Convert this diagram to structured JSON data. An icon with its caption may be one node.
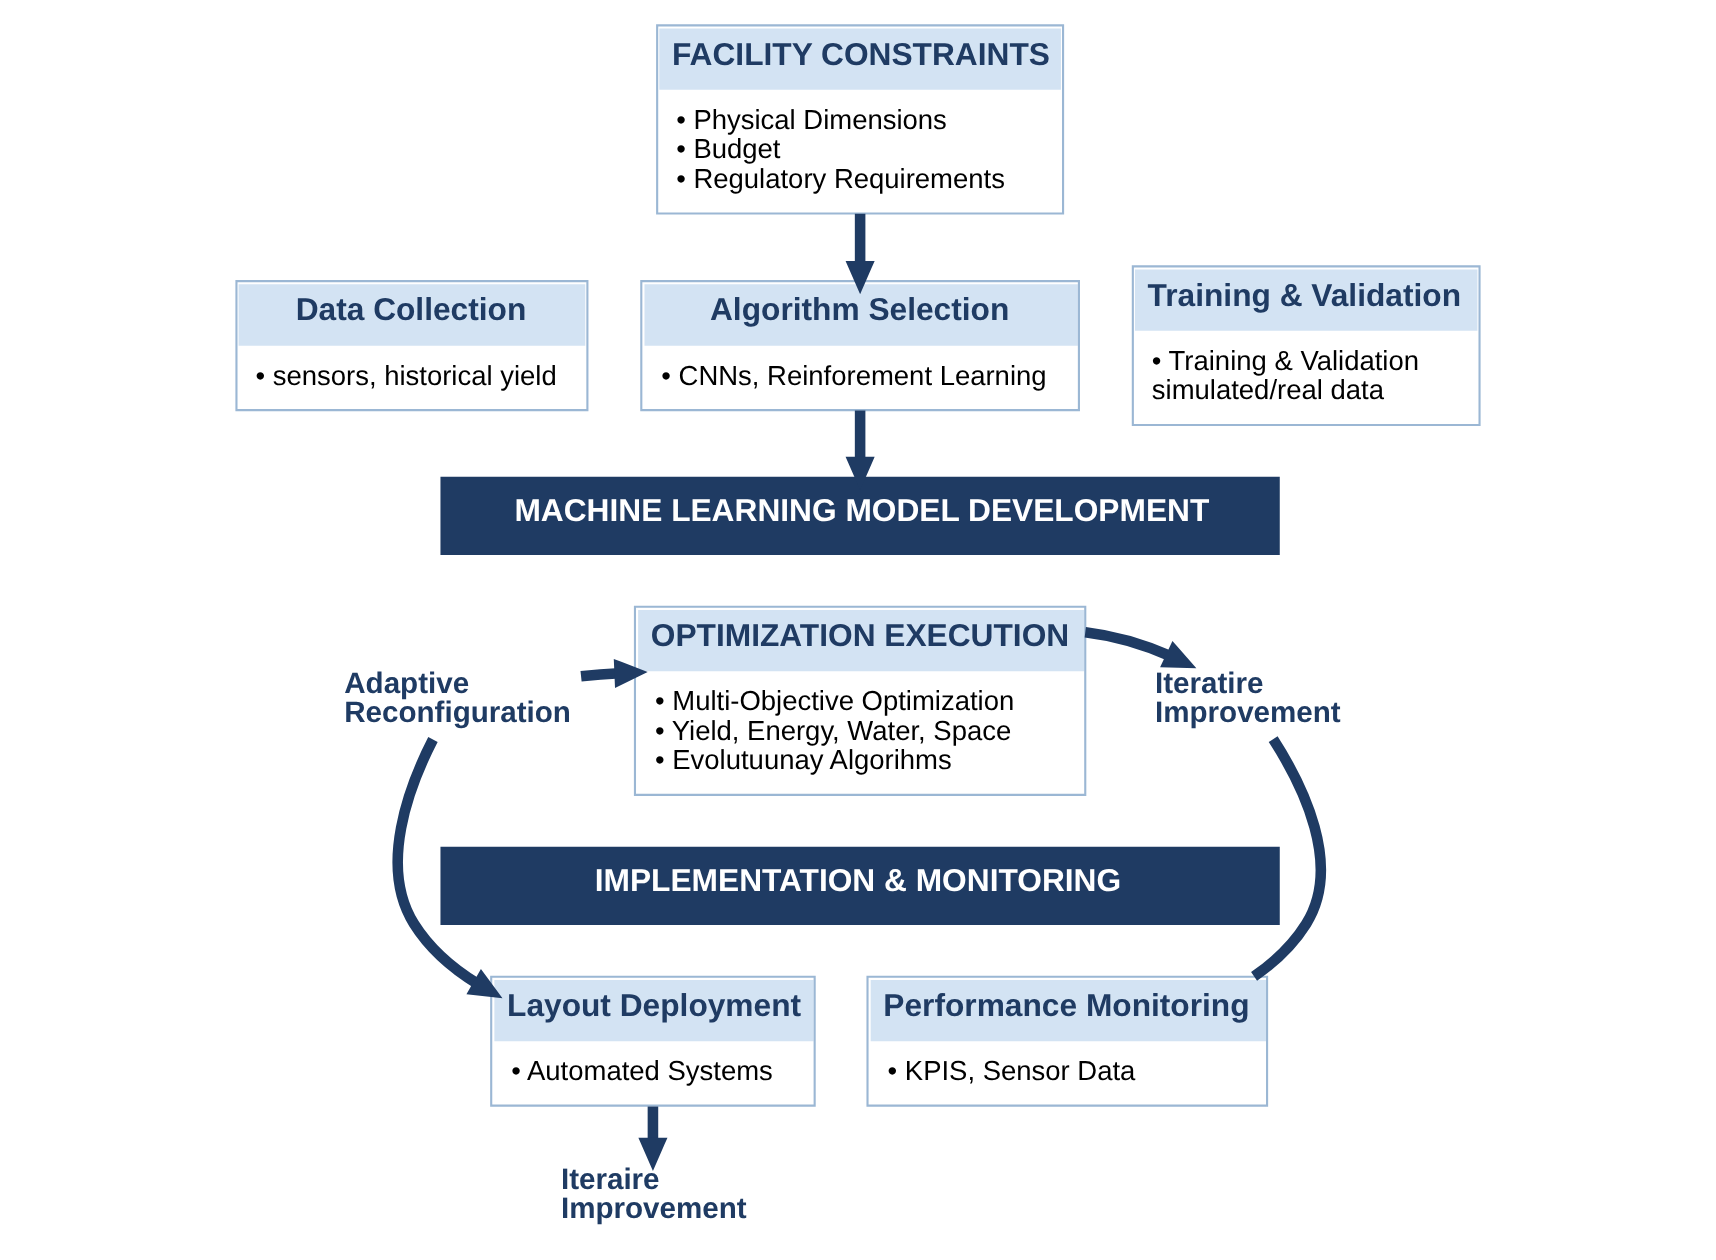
{
  "diagram": {
    "nodes": [
      {
        "text": [
          "FACILITY CONSTRAINTS",
          "• Physical Dimensions",
          "• Budget",
          "• Regulatory Requirements"
        ]
      },
      {
        "text": [
          "Data Collection",
          "• sensors, historical yield"
        ]
      },
      {
        "text": [
          "Algorithm Selection",
          "• CNNs, Reinforement Learning"
        ]
      },
      {
        "text": [
          "Training & Validation",
          "• Training & Validation simulated/real data"
        ]
      },
      {
        "text": [
          "MACHINE LEARNING MODEL DEVELOPMENT"
        ]
      },
      {
        "text": [
          "OPTIMIZATION EXECUTION",
          "• Multi-Objective Optimization",
          "• Yield, Energy, Water, Space",
          "• Evolutuunay Algorihms"
        ]
      },
      {
        "text": [
          "Adaptive Reconfiguration"
        ]
      },
      {
        "text": [
          "Iteratire Improvement"
        ]
      },
      {
        "text": [
          "IMPLEMENTATION & MONITORING"
        ]
      },
      {
        "text": [
          "Layout Deployment",
          "• Automated Systems"
        ]
      },
      {
        "text": [
          "Performance Monitoring",
          "• KPIS, Sensor Data"
        ]
      },
      {
        "text": [
          "Iteraire Improvement"
        ]
      }
    ],
    "edges": [
      {
        "from": 0,
        "to": 2,
        "arrow": "to"
      },
      {
        "from": 2,
        "to": 4,
        "arrow": "to"
      },
      {
        "from": 6,
        "to": 5,
        "arrow": "to"
      },
      {
        "from": 6,
        "to": 9,
        "arrow": "to"
      },
      {
        "from": 5,
        "to": 7,
        "arrow": "to"
      },
      {
        "from": 7,
        "to": 10,
        "arrow": "none"
      },
      {
        "from": 9,
        "to": 11,
        "arrow": "to"
      }
    ]
  }
}
